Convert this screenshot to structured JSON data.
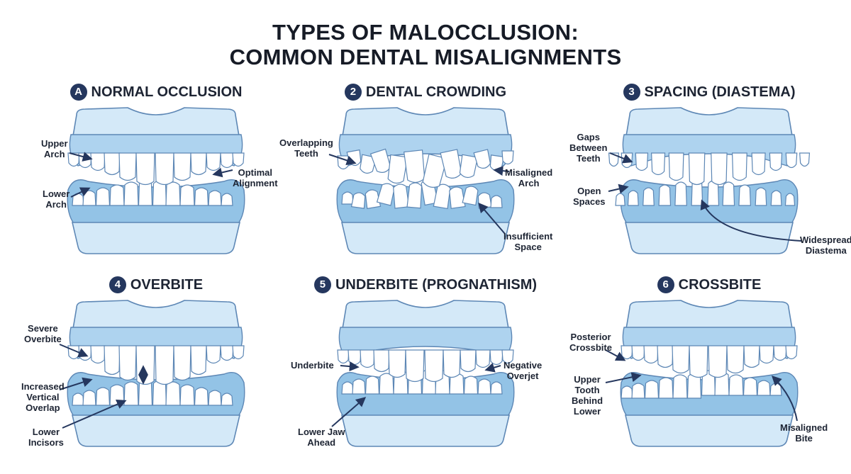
{
  "title": {
    "line1": "TYPES OF MALOCCLUSION:",
    "line2": "COMMON DENTAL MISALIGNMENTS"
  },
  "colors": {
    "gum_light": "#d4e9f8",
    "gum_mid": "#aed3ef",
    "gum_dark": "#93c3e6",
    "outline": "#5d87b5",
    "tooth": "#ffffff",
    "arrow": "#25375e",
    "badge": "#25375e"
  },
  "panels": [
    {
      "badge": "A",
      "heading": "NORMAL OCCLUSION",
      "labels": [
        {
          "lines": [
            "Upper",
            "Arch"
          ]
        },
        {
          "lines": [
            "Lower",
            "Arch"
          ]
        },
        {
          "lines": [
            "Optimal",
            "Alignment"
          ]
        }
      ]
    },
    {
      "badge": "2",
      "heading": "DENTAL CROWDING",
      "labels": [
        {
          "lines": [
            "Overlapping",
            "Teeth"
          ]
        },
        {
          "lines": [
            "Misaligned",
            "Arch"
          ]
        },
        {
          "lines": [
            "Insufficient",
            "Space"
          ]
        }
      ]
    },
    {
      "badge": "3",
      "heading": "SPACING (DIASTEMA)",
      "labels": [
        {
          "lines": [
            "Gaps",
            "Between",
            "Teeth"
          ]
        },
        {
          "lines": [
            "Open",
            "Spaces"
          ]
        },
        {
          "lines": [
            "Widespread",
            "Diastema"
          ]
        }
      ]
    },
    {
      "badge": "4",
      "heading": "OVERBITE",
      "labels": [
        {
          "lines": [
            "Severe",
            "Overbite"
          ]
        },
        {
          "lines": [
            "Increased",
            "Vertical",
            "Overlap"
          ]
        },
        {
          "lines": [
            "Lower",
            "Incisors"
          ]
        }
      ]
    },
    {
      "badge": "5",
      "heading": "UNDERBITE (PROGNATHISM)",
      "labels": [
        {
          "lines": [
            "Underbite"
          ]
        },
        {
          "lines": [
            "Negative",
            "Overjet"
          ]
        },
        {
          "lines": [
            "Lower Jaw",
            "Ahead"
          ]
        }
      ]
    },
    {
      "badge": "6",
      "heading": "CROSSBITE",
      "labels": [
        {
          "lines": [
            "Posterior",
            "Crossbite"
          ]
        },
        {
          "lines": [
            "Upper",
            "Tooth",
            "Behind",
            "Lower"
          ]
        },
        {
          "lines": [
            "Misaligned",
            "Bite"
          ]
        }
      ]
    }
  ]
}
